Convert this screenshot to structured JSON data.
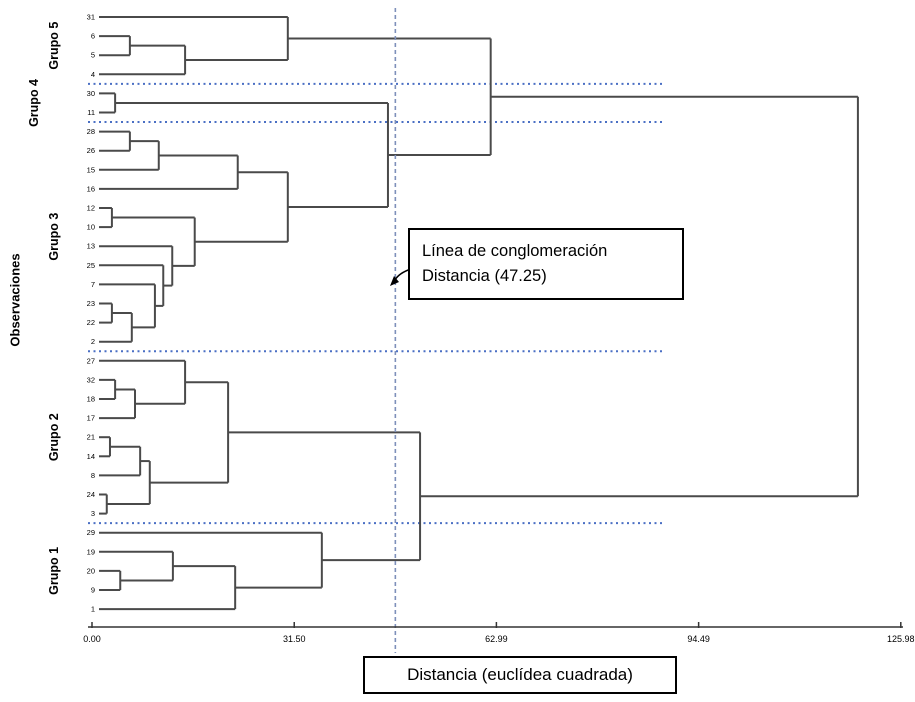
{
  "colors": {
    "link": "#4a4a4a",
    "separator": "#4a6fc4",
    "cut_line": "#7e90ba",
    "axis": "#333333",
    "text": "#000000",
    "box_border": "#000000",
    "box_bg": "#ffffff"
  },
  "annotation": {
    "line1": "Línea de conglomeración",
    "line2": "Distancia (47.25)"
  },
  "chart_data": {
    "type": "dendrogram",
    "orientation": "horizontal",
    "xlabel": "Distancia (euclídea cuadrada)",
    "ylabel": "Observaciones",
    "xlim": [
      0,
      125.98
    ],
    "x_ticks": [
      0,
      31.5,
      62.99,
      94.49,
      125.98
    ],
    "x_tick_labels": [
      "0.00",
      "31.50",
      "62.99",
      "94.49",
      "125.98"
    ],
    "cut_line": {
      "distance": 47.25,
      "style": "dashed"
    },
    "leaves_top_to_bottom": [
      "31",
      "6",
      "5",
      "4",
      "30",
      "11",
      "28",
      "26",
      "15",
      "16",
      "12",
      "10",
      "13",
      "25",
      "7",
      "23",
      "22",
      "2",
      "27",
      "32",
      "18",
      "17",
      "21",
      "14",
      "8",
      "24",
      "3",
      "29",
      "19",
      "20",
      "9",
      "1"
    ],
    "groups": [
      {
        "label": "Grupo 5",
        "leaves": [
          "31",
          "6",
          "5",
          "4"
        ]
      },
      {
        "label": "Grupo 4",
        "leaves": [
          "30",
          "11"
        ]
      },
      {
        "label": "Grupo 3",
        "leaves": [
          "28",
          "26",
          "15",
          "16",
          "12",
          "10",
          "13",
          "25",
          "7",
          "23",
          "22",
          "2"
        ]
      },
      {
        "label": "Grupo 2",
        "leaves": [
          "27",
          "32",
          "18",
          "17",
          "21",
          "14",
          "8",
          "24",
          "3"
        ]
      },
      {
        "label": "Grupo 1",
        "leaves": [
          "29",
          "19",
          "20",
          "9",
          "1"
        ]
      }
    ],
    "merges": [
      {
        "id": "m1",
        "a": "6",
        "b": "5",
        "d": 5.9
      },
      {
        "id": "m2",
        "a": "m1",
        "b": "4",
        "d": 14.5
      },
      {
        "id": "m3",
        "a": "31",
        "b": "m2",
        "d": 30.5
      },
      {
        "id": "m4",
        "a": "30",
        "b": "11",
        "d": 3.6
      },
      {
        "id": "m5",
        "a": "28",
        "b": "26",
        "d": 5.9
      },
      {
        "id": "m6",
        "a": "m5",
        "b": "15",
        "d": 10.4
      },
      {
        "id": "m7",
        "a": "m6",
        "b": "16",
        "d": 22.7
      },
      {
        "id": "m8",
        "a": "12",
        "b": "10",
        "d": 3.1
      },
      {
        "id": "m9",
        "a": "23",
        "b": "22",
        "d": 3.1
      },
      {
        "id": "m10",
        "a": "m9",
        "b": "2",
        "d": 6.2
      },
      {
        "id": "m11",
        "a": "7",
        "b": "m10",
        "d": 9.8
      },
      {
        "id": "m12",
        "a": "25",
        "b": "m11",
        "d": 11.1
      },
      {
        "id": "m13",
        "a": "13",
        "b": "m12",
        "d": 12.5
      },
      {
        "id": "m14",
        "a": "m8",
        "b": "m13",
        "d": 16.0
      },
      {
        "id": "m15",
        "a": "m7",
        "b": "m14",
        "d": 30.5
      },
      {
        "id": "m16",
        "a": "m4",
        "b": "m15",
        "d": 46.1
      },
      {
        "id": "m17",
        "a": "m3",
        "b": "m16",
        "d": 62.1
      },
      {
        "id": "m18",
        "a": "32",
        "b": "18",
        "d": 3.6
      },
      {
        "id": "m19",
        "a": "m18",
        "b": "17",
        "d": 6.7
      },
      {
        "id": "m20",
        "a": "27",
        "b": "m19",
        "d": 14.5
      },
      {
        "id": "m21",
        "a": "21",
        "b": "14",
        "d": 2.8
      },
      {
        "id": "m22",
        "a": "m21",
        "b": "8",
        "d": 7.5
      },
      {
        "id": "m23",
        "a": "24",
        "b": "3",
        "d": 2.3
      },
      {
        "id": "m24",
        "a": "m22",
        "b": "m23",
        "d": 9.0
      },
      {
        "id": "m25",
        "a": "m20",
        "b": "m24",
        "d": 21.2
      },
      {
        "id": "m26",
        "a": "20",
        "b": "9",
        "d": 4.4
      },
      {
        "id": "m27",
        "a": "19",
        "b": "m26",
        "d": 12.6
      },
      {
        "id": "m28",
        "a": "m27",
        "b": "1",
        "d": 22.3
      },
      {
        "id": "m29",
        "a": "29",
        "b": "m28",
        "d": 35.8
      },
      {
        "id": "m30",
        "a": "m25",
        "b": "m29",
        "d": 51.1
      },
      {
        "id": "m31",
        "a": "m17",
        "b": "m30",
        "d": 119.3
      }
    ]
  }
}
